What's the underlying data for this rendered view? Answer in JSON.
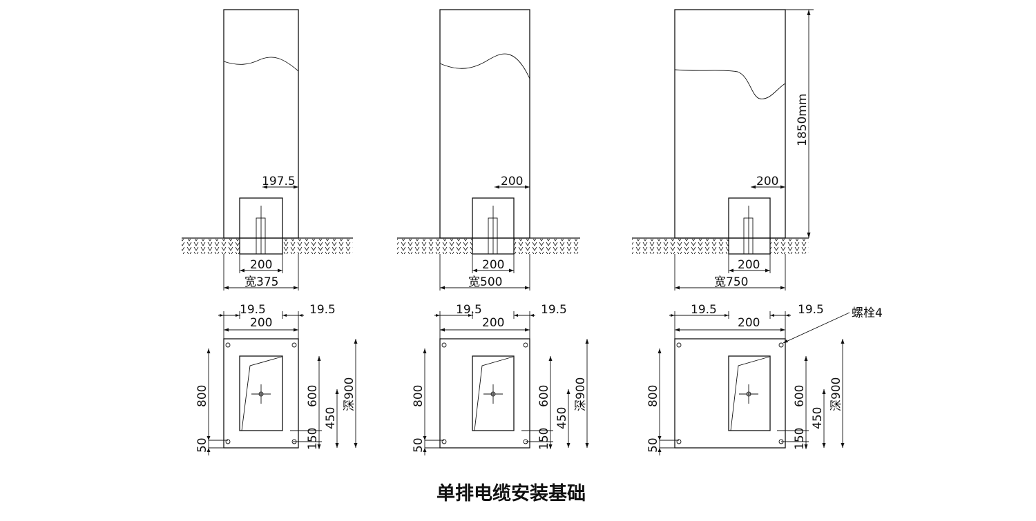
{
  "title": "单排电缆安装基础",
  "height_label": "1850mm",
  "bolt_label": "螺栓4",
  "columns": [
    {
      "cabinet_width_label": "宽375",
      "base_width_label": "200",
      "offset_label": "197.5",
      "plan": {
        "side_gap_left": "19.5",
        "side_gap_right": "19.5",
        "top_width": "200",
        "left_length": "800",
        "left_edge": "50",
        "opening_depth": "600",
        "lower_450": "450",
        "lower_150": "150",
        "depth_label": "深900"
      }
    },
    {
      "cabinet_width_label": "宽500",
      "base_width_label": "200",
      "offset_label": "200",
      "plan": {
        "side_gap_left": "19.5",
        "side_gap_right": "19.5",
        "top_width": "200",
        "left_length": "800",
        "left_edge": "50",
        "opening_depth": "600",
        "lower_450": "450",
        "lower_150": "150",
        "depth_label": "深900"
      }
    },
    {
      "cabinet_width_label": "宽750",
      "base_width_label": "200",
      "offset_label": "200",
      "plan": {
        "side_gap_left": "19.5",
        "side_gap_right": "19.5",
        "top_width": "200",
        "left_length": "800",
        "left_edge": "50",
        "opening_depth": "600",
        "lower_450": "450",
        "lower_150": "150",
        "depth_label": "深900"
      }
    }
  ]
}
